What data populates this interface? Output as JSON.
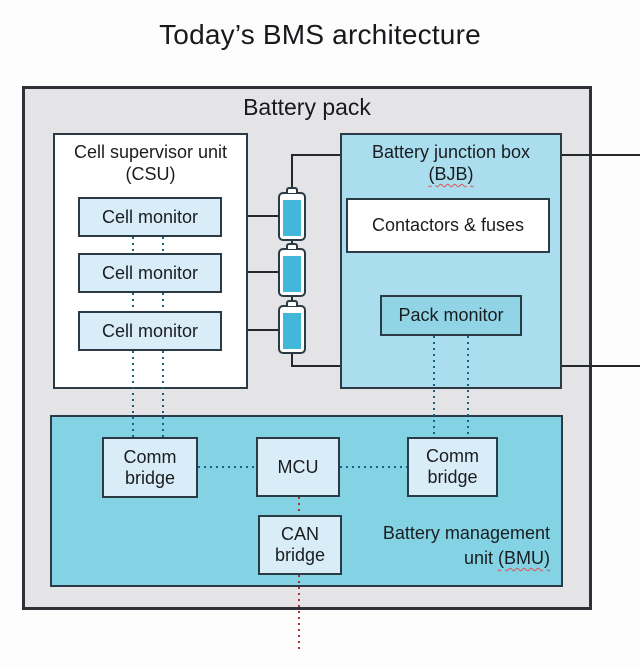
{
  "title": "Today’s BMS architecture",
  "battery_pack": {
    "label": "Battery pack"
  },
  "csu": {
    "title": "Cell supervisor unit",
    "subtitle": "(CSU)",
    "cell_monitors": [
      "Cell monitor",
      "Cell monitor",
      "Cell monitor"
    ]
  },
  "batteries": {
    "count": 3,
    "icon": "battery-cell-icon"
  },
  "bjb": {
    "title": "Battery junction box",
    "subtitle": "(BJB)",
    "contactors_fuses": "Contactors & fuses",
    "pack_monitor": "Pack monitor"
  },
  "bmu": {
    "label_line1": "Battery management",
    "label_line2_prefix": "unit ",
    "label_line2_acronym": "(BMU)",
    "comm_bridge_left_line1": "Comm",
    "comm_bridge_left_line2": "bridge",
    "mcu": "MCU",
    "comm_bridge_right_line1": "Comm",
    "comm_bridge_right_line2": "bridge",
    "can_bridge_line1": "CAN",
    "can_bridge_line2": "bridge"
  },
  "colors": {
    "pack_fill": "#e4e4e6",
    "bjb_fill": "#aadded",
    "bmu_fill": "#84d3e5",
    "pack_monitor_fill": "#90d4e6",
    "light_box_fill": "#d9edf8",
    "battery_fill": "#41b8da",
    "solid_wire": "#23282c",
    "dotted_comm": "#19637d",
    "dotted_can": "#a83434",
    "spellcheck_underline": "#e05252"
  }
}
